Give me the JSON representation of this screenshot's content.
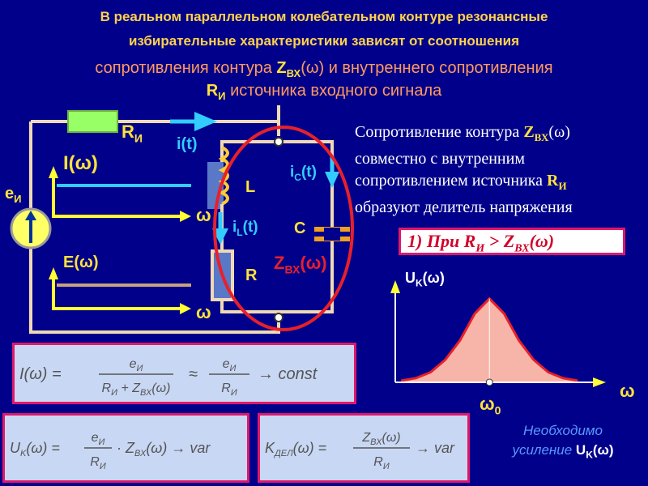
{
  "title": {
    "line1": "В реальном параллельном колебательном контуре резонансные",
    "line2": "избирательные характеристики зависят от соотношения",
    "line3_a": "сопротивления контура ",
    "line3_z": "Z",
    "line3_sub": "ВХ",
    "line3_b": "(ω) и внутреннего сопротивления",
    "line4_r": "R",
    "line4_sub": "И",
    "line4_b": " источника входного сигнала"
  },
  "description": {
    "l1_a": "Сопротивление контура ",
    "l1_z": "Z",
    "l1_sub": "ВХ",
    "l1_b": "(ω)",
    "l2": "совместно с внутренним",
    "l3_a": "сопротивлением источника ",
    "l3_r": "R",
    "l3_sub": "И",
    "l4": "образуют делитель напряжения"
  },
  "case_box": {
    "prefix": "1) При R",
    "sub1": "И",
    "mid": " > Z",
    "sub2": "ВХ",
    "suffix": "(ω)"
  },
  "circuit": {
    "resistor_source": "R",
    "resistor_source_sub": "И",
    "current": "i(t)",
    "current_omega": "I(ω)",
    "emf": "e",
    "emf_sub": "И",
    "omega1": "ω",
    "voltage_omega": "E(ω)",
    "omega2": "ω",
    "inductor": "L",
    "inductor_current": "i",
    "inductor_current_sub": "L",
    "inductor_current_t": "(t)",
    "capacitor_current": "i",
    "capacitor_current_sub": "C",
    "capacitor_current_t": "(t)",
    "capacitor": "C",
    "resistor": "R",
    "impedance": "Z",
    "impedance_sub": "ВХ",
    "impedance_omega": "(ω)"
  },
  "graph": {
    "ylabel": "U",
    "ylabel_sub": "K",
    "ylabel_omega": "(ω)",
    "xlabel": "ω",
    "peak_label": "ω",
    "peak_sub": "0"
  },
  "formulas": {
    "f1": "I(ω) = e_И / (R_И + Z_ВХ(ω)) ≈ e_И / R_И → const",
    "f2": "U_K(ω) = e_И / R_И · Z_ВХ(ω) → var",
    "f3": "K_ДЕЛ(ω) = Z_ВХ(ω) / R_И → var"
  },
  "note": {
    "line1": "Необходимо",
    "line2": "усиление ",
    "u": "U",
    "sub": "K",
    "omega": "(ω)"
  },
  "colors": {
    "background": "#00008b",
    "title_yellow": "#ffd24a",
    "title_orange": "#ff9a5c",
    "wire": "#f0d9b5",
    "cyan": "#33ccff",
    "yellow": "#ffff33",
    "red": "#e8202a",
    "curve_fill": "#f7b4a8",
    "formula_bg": "#c8d7f4",
    "pink_border": "#e0186a"
  },
  "chart_data": {
    "type": "area",
    "title": "",
    "xlabel": "ω",
    "ylabel": "U_K(ω)",
    "series": [
      {
        "x": [
          -3,
          -2.5,
          -2,
          -1.5,
          -1,
          -0.5,
          0,
          0.5,
          1,
          1.5,
          2,
          2.5,
          3
        ],
        "values": [
          0.02,
          0.05,
          0.12,
          0.27,
          0.5,
          0.82,
          1.0,
          0.82,
          0.5,
          0.27,
          0.12,
          0.05,
          0.02
        ]
      }
    ],
    "xlim": [
      -3.2,
      3.6
    ],
    "ylim": [
      0,
      1.2
    ],
    "grid": false
  }
}
